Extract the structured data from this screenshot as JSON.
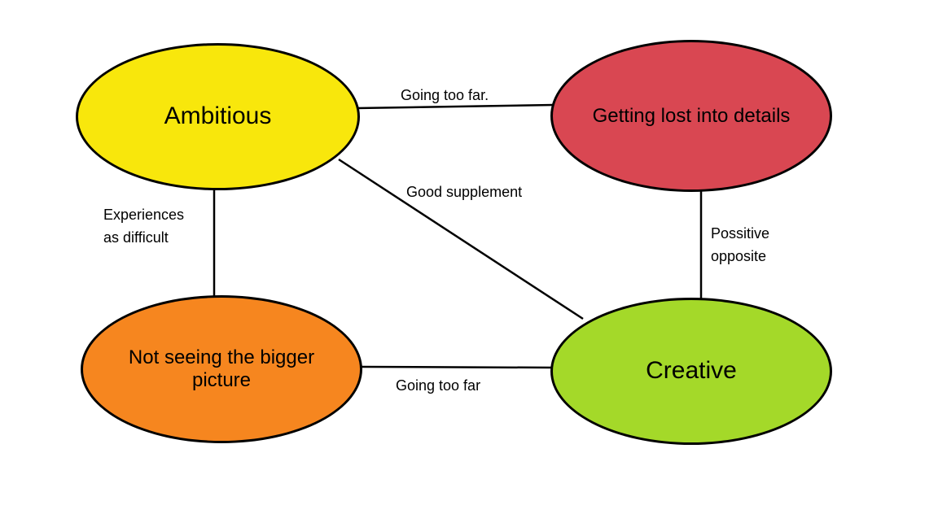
{
  "diagram": {
    "background": "#ffffff",
    "line_color": "#000000",
    "nodes": {
      "ambitious": {
        "label": "Ambitious",
        "color": "#f8e70c"
      },
      "details": {
        "label": "Getting lost into details",
        "color": "#d94752"
      },
      "bigger_picture": {
        "label": "Not seeing the bigger picture",
        "color": "#f6861f"
      },
      "creative": {
        "label": "Creative",
        "color": "#a4d929"
      }
    },
    "edges": {
      "ambitious_details": {
        "label": "Going too far."
      },
      "ambitious_bigger": {
        "label": "Experiences\nas difficult"
      },
      "ambitious_creative": {
        "label": "Good supplement"
      },
      "details_creative": {
        "label": "Possitive\nopposite"
      },
      "bigger_creative": {
        "label": "Going too far"
      }
    }
  }
}
